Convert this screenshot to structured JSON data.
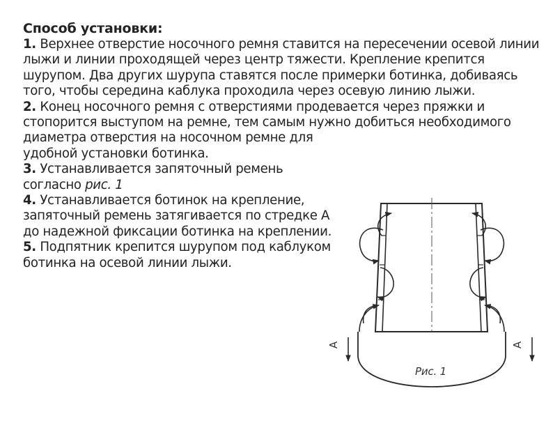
{
  "title": "Способ установки:",
  "steps": [
    {
      "number": "1.",
      "text": "Верхнее отверстие носочного ремня ставится на пересечении осевой линии лыжи и линии проходящей через центр тяжести. Крепление крепится шурупом. Два других шурупа ставятся после примерки ботинка, добиваясь того, чтобы середина каблука проходила через осевую линию лыжи."
    },
    {
      "number": "2.",
      "text_wide": "Конец носочного ремня с отверстиями продевается через пряжки и стопорится выступом на ремне, тем самым нужно добиться необходимого",
      "text_narrow": "диаметра отверстия на носочном ремне для удобной установки ботинка."
    },
    {
      "number": "3.",
      "text": "Устанавливается запяточный ремень согласно ",
      "figure_ref": "рис. 1"
    },
    {
      "number": "4.",
      "text": "Устанавливается ботинок на крепление, запяточный ремень затягивается по стредке А до надежной фиксации ботинка на креплении."
    },
    {
      "number": "5.",
      "text": "Подпятник крепится шурупом под каблуком ботинка на осевой линии лыжи."
    }
  ],
  "figure": {
    "caption": "Рис. 1",
    "label_left": "А",
    "label_right": "А"
  }
}
